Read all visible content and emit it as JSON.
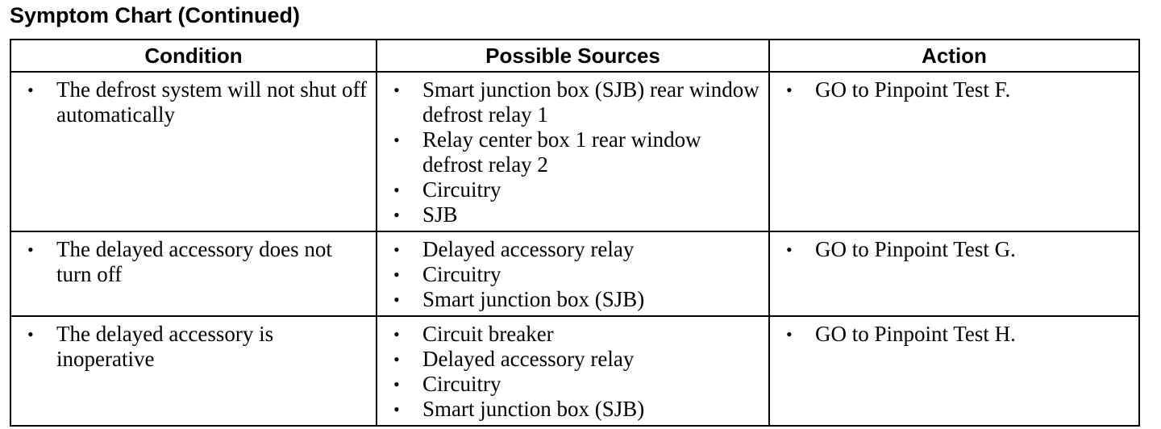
{
  "title": "Symptom Chart (Continued)",
  "headers": {
    "condition": "Condition",
    "sources": "Possible Sources",
    "action": "Action"
  },
  "bullet": "•",
  "rows": [
    {
      "condition": "The defrost system will not shut off automatically",
      "sources": [
        "Smart junction box (SJB) rear window defrost relay 1",
        "Relay center box 1 rear window defrost relay 2",
        "Circuitry",
        "SJB"
      ],
      "action": "GO to Pinpoint Test F."
    },
    {
      "condition": "The delayed accessory does not turn off",
      "sources": [
        "Delayed accessory relay",
        "Circuitry",
        "Smart junction box (SJB)"
      ],
      "action": "GO to Pinpoint Test G."
    },
    {
      "condition": "The delayed accessory is inoperative",
      "sources": [
        "Circuit breaker",
        "Delayed accessory relay",
        "Circuitry",
        "Smart junction box (SJB)"
      ],
      "action": "GO to Pinpoint Test H."
    }
  ]
}
